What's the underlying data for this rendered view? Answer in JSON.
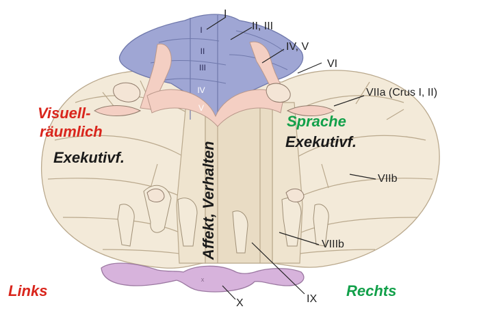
{
  "labels": {
    "I": "I",
    "II_III": "II, III",
    "IV_V": "IV, V",
    "VI": "VI",
    "VIIa": "VIIa (Crus I, II)",
    "VIIb": "VIIb",
    "VIIIb": "VIIIb",
    "IX": "IX",
    "X": "X"
  },
  "vermis_labels": {
    "I": "I",
    "II": "II",
    "III": "III",
    "IV": "IV",
    "V": "V",
    "x": "x"
  },
  "functions": {
    "visuell_line1": "Visuell-",
    "visuell_line2": "räumlich",
    "exekutiv_left": "Exekutivf.",
    "sprache": "Sprache",
    "exekutiv_right": "Exekutivf.",
    "affekt": "Affekt, Verhalten"
  },
  "sides": {
    "left": "Links",
    "right": "Rechts"
  },
  "colors": {
    "red": "#d9251c",
    "green": "#12a04a",
    "anterior_lobe": "#9fa6d4",
    "tissue": "#f3ead9",
    "flocculus": "#d7b3dc",
    "homunculus": "#f4cfc3"
  }
}
